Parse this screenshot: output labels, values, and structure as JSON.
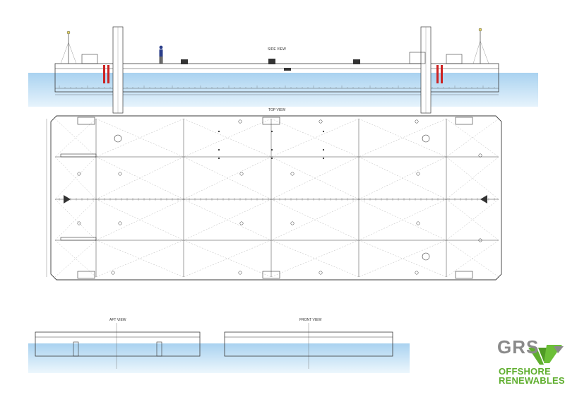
{
  "views": {
    "side": "SIDE VIEW",
    "top": "TOP VIEW",
    "aft": "AFT VIEW",
    "front": "FRONT VIEW"
  },
  "logo": {
    "mark": "GRS",
    "line1": "OFFSHORE",
    "line2": "RENEWABLES"
  },
  "colors": {
    "water": "#bfdcf2",
    "water_light": "#e3f1fb",
    "line": "#3a3a3a",
    "grid": "#8e8e8e",
    "logo_grey": "#8a8a8a",
    "logo_green": "#5fae2e",
    "marker_red": "#cc2222"
  }
}
